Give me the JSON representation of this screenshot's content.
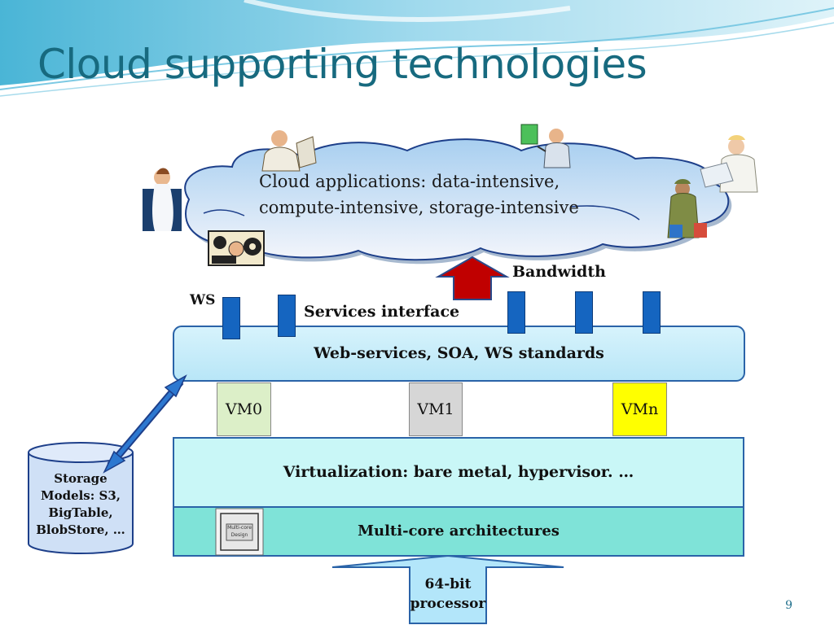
{
  "title": "Cloud supporting technologies",
  "cloud": {
    "line1": "Cloud applications: data-intensive,",
    "line2": "compute-intensive, storage-intensive"
  },
  "labels": {
    "bandwidth": "Bandwidth",
    "ws": "WS",
    "services_interface": "Services interface"
  },
  "layers": {
    "web_services": "Web-services,  SOA, WS standards",
    "virtualization": "Virtualization: bare metal, hypervisor. …",
    "multicore": "Multi-core architectures",
    "chip_label_1": "Multi-core",
    "chip_label_2": "Design"
  },
  "vms": [
    {
      "label": "VM0",
      "color": "#dcefc8"
    },
    {
      "label": "VM1",
      "color": "#d6d6d6"
    },
    {
      "label": "VMn",
      "color": "#ffff00"
    }
  ],
  "storage": {
    "lines": [
      "Storage",
      "Models: S3,",
      "BigTable,",
      "BlobStore, …"
    ]
  },
  "processor": {
    "line1": "64-bit",
    "line2": "processor"
  },
  "page_number": "9",
  "colors": {
    "title": "#176a7f",
    "ws_blue": "#1565c0",
    "web_layer": "#c8eefa",
    "virt_layer": "#c9f7f7",
    "multicore_layer": "#7fe3d8",
    "arrow_red": "#c00000",
    "processor_arrow": "#b3e6fa"
  },
  "icons": [
    "doctor-icon",
    "scientist-icon",
    "presenter-icon",
    "engineer-icon",
    "worker-icon",
    "gears-icon",
    "chip-icon"
  ]
}
